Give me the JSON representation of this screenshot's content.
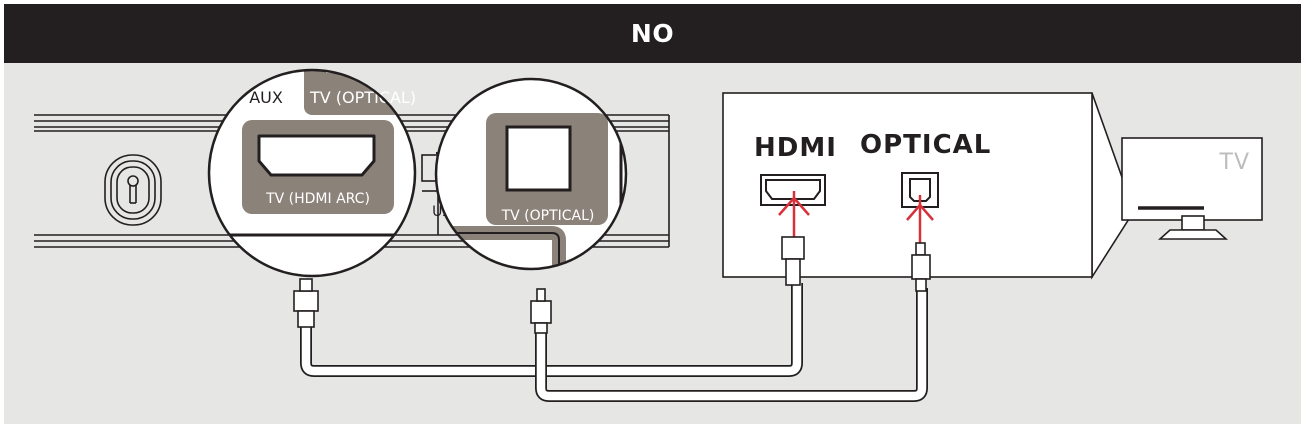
{
  "header": {
    "title": "NO"
  },
  "soundbar": {
    "ports": {
      "aux": "AUX",
      "aux_small": "UX",
      "tv_optical_top": "TV (OPTICAL)",
      "hdmi_arc": "TV (HDMI ARC)",
      "tv_optical": "TV (OPTICAL)"
    }
  },
  "tv_box": {
    "hdmi_label": "HDMI",
    "optical_label": "OPTICAL",
    "tv_label": "TV"
  },
  "colors": {
    "background": "#e6e6e5",
    "header": "#231f20",
    "port_plate": "#8b827a",
    "arrow": "#d8313a",
    "line": "#231f20"
  }
}
